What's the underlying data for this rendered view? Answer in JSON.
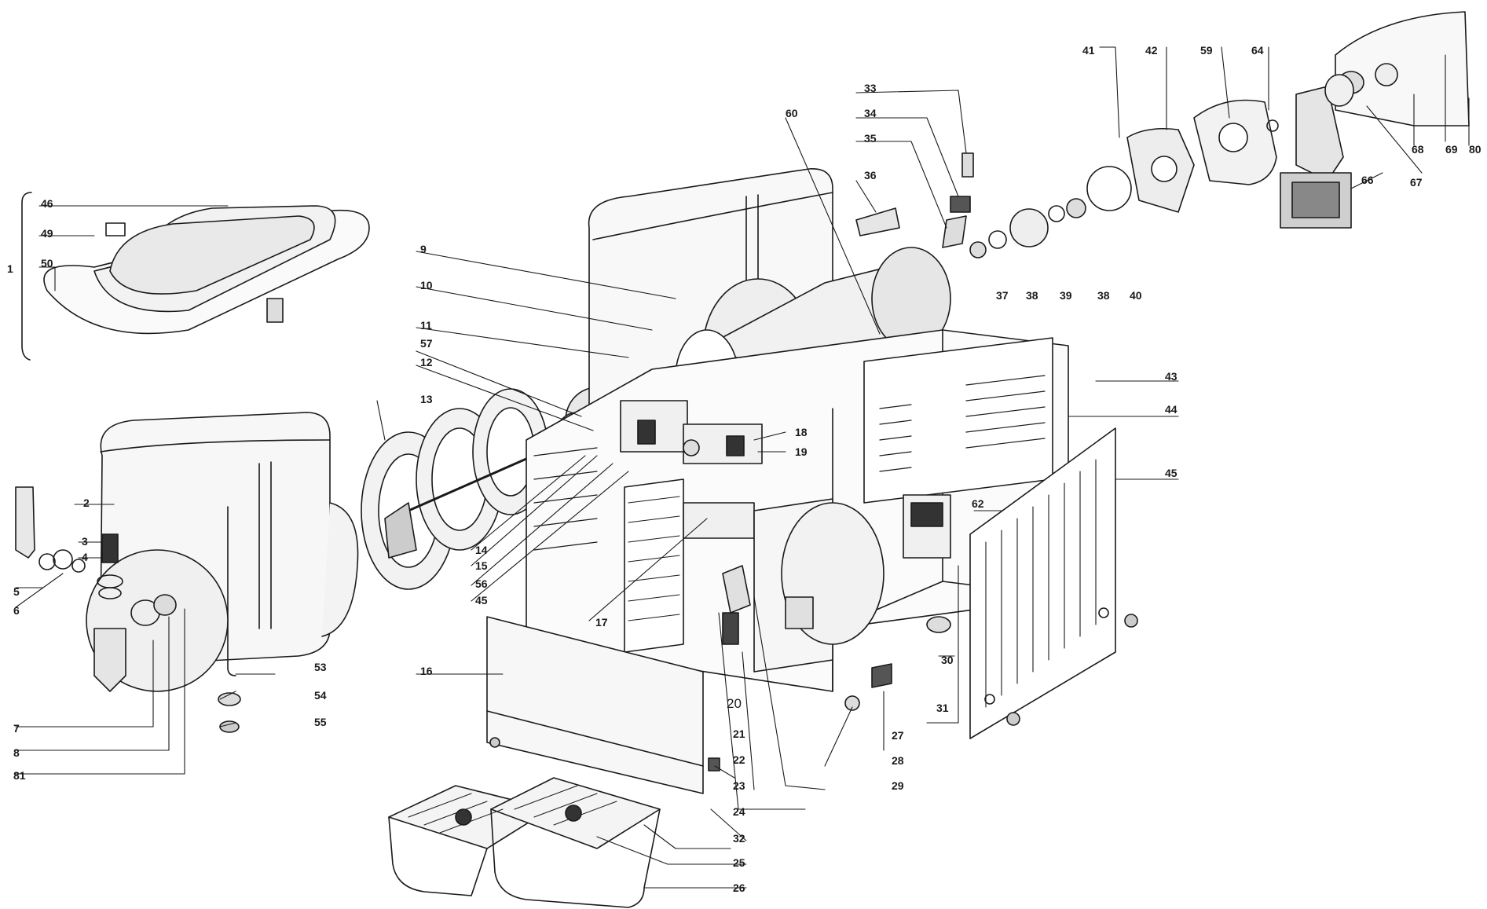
{
  "diagram": {
    "callouts": {
      "c1": "1",
      "c2": "2",
      "c3": "3",
      "c4": "4",
      "c5": "5",
      "c6": "6",
      "c7": "7",
      "c8": "8",
      "c9": "9",
      "c10": "10",
      "c11": "11",
      "c12": "12",
      "c13": "13",
      "c14": "14",
      "c15": "15",
      "c16": "16",
      "c17": "17",
      "c18": "18",
      "c19": "19",
      "c20": "20",
      "c21": "21",
      "c22": "22",
      "c23": "23",
      "c24": "24",
      "c25": "25",
      "c26": "26",
      "c27": "27",
      "c28": "28",
      "c29": "29",
      "c30": "30",
      "c31": "31",
      "c32": "32",
      "c33": "33",
      "c34": "34",
      "c35": "35",
      "c36": "36",
      "c37": "37",
      "c38a": "38",
      "c38b": "38",
      "c39": "39",
      "c40": "40",
      "c41": "41",
      "c42": "42",
      "c43": "43",
      "c44": "44",
      "c45a": "45",
      "c45b": "45",
      "c46": "46",
      "c49": "49",
      "c50": "50",
      "c53": "53",
      "c54": "54",
      "c55": "55",
      "c56": "56",
      "c57": "57",
      "c59": "59",
      "c60": "60",
      "c62": "62",
      "c64": "64",
      "c66": "66",
      "c67": "67",
      "c68": "68",
      "c69": "69",
      "c80": "80",
      "c81": "81"
    },
    "colors": {
      "line": "#1a1a1a",
      "fill": "#f4f4f4",
      "shade": "#d9d9d9",
      "dark": "#555555"
    }
  }
}
